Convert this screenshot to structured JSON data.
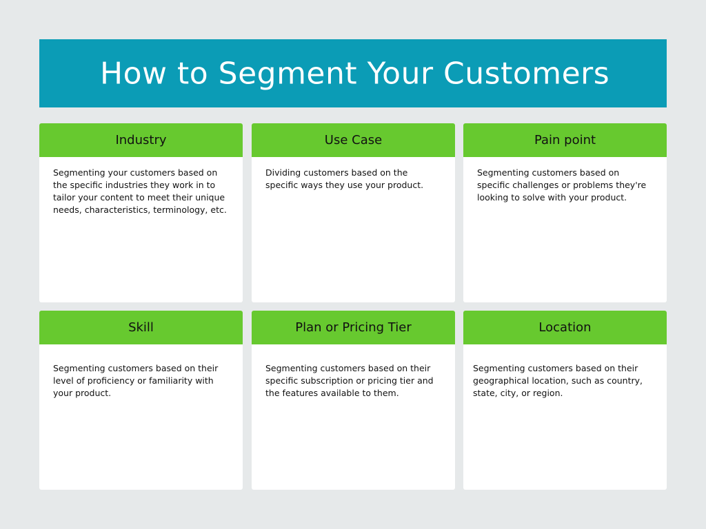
{
  "header": {
    "title": "How to Segment Your Customers",
    "background_color": "#0b9cb6"
  },
  "colors": {
    "page_background": "#e6e9ea",
    "card_header": "#67c92f",
    "card_body": "#ffffff"
  },
  "cards": [
    {
      "title": "Industry",
      "description": "Segmenting your customers based on the specific industries they work in to tailor your content to meet their unique needs, characteristics, terminology, etc."
    },
    {
      "title": "Use Case",
      "description": "Dividing customers based on the specific ways they use your product."
    },
    {
      "title": "Pain point",
      "description": "Segmenting customers based on specific challenges or problems they're looking to solve with your product."
    },
    {
      "title": "Skill",
      "description": "Segmenting customers based on their level of proficiency or familiarity with your product."
    },
    {
      "title": "Plan or Pricing Tier",
      "description": "Segmenting customers based on their specific subscription or pricing tier and the features available to them."
    },
    {
      "title": "Location",
      "description": "Segmenting customers based on their geographical location, such as country, state, city, or region."
    }
  ]
}
